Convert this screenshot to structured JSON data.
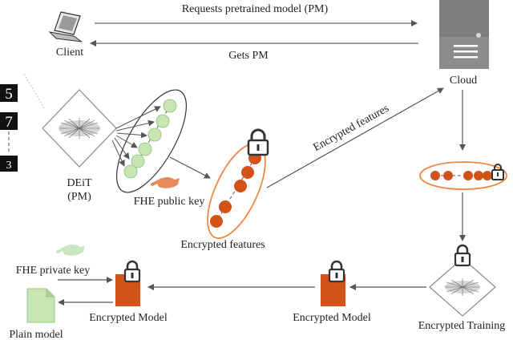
{
  "labels": {
    "requests": "Requests pretrained model (PM)",
    "gets": "Gets PM",
    "client": "Client",
    "cloud": "Cloud",
    "deit": "DEiT",
    "pm": "(PM)",
    "fhe_public_key": "FHE public key",
    "encrypted_features_top": "Encrypted features",
    "encrypted_features_bottom": "Encrypted features",
    "fhe_private_key": "FHE private key",
    "plain_model": "Plain model",
    "encrypted_model_left": "Encrypted Model",
    "encrypted_model_mid": "Encrypted Model",
    "encrypted_training": "Encrypted Training"
  },
  "digits": [
    "5",
    "7",
    "3"
  ],
  "colors": {
    "orange": "#d2521a",
    "green": "#c8e6b4",
    "server": "#8c8c8c",
    "key_orange": "#e58a5a",
    "key_green": "#c9e6c3"
  }
}
